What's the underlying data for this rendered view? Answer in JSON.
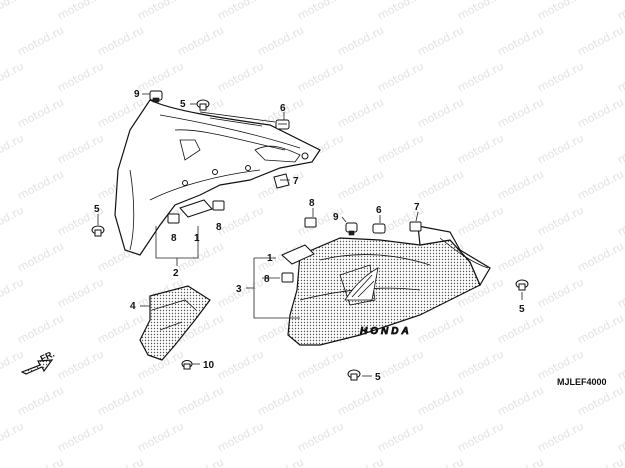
{
  "watermark": "motod.ru",
  "diagram_code": "MJLEF4000",
  "direction_label": "FR.",
  "brand_mark": "HONDA",
  "callouts": {
    "c1a": "1",
    "c2": "2",
    "c4": "4",
    "c5a": "5",
    "c5b": "5",
    "c5c": "5",
    "c5d": "5",
    "c6a": "6",
    "c6b": "6",
    "c7a": "7",
    "c7b": "7",
    "c8a": "8",
    "c8b": "8",
    "c8c": "8",
    "c9a": "9",
    "c9b": "9",
    "c10": "10",
    "c1b": "1",
    "c3": "3"
  }
}
